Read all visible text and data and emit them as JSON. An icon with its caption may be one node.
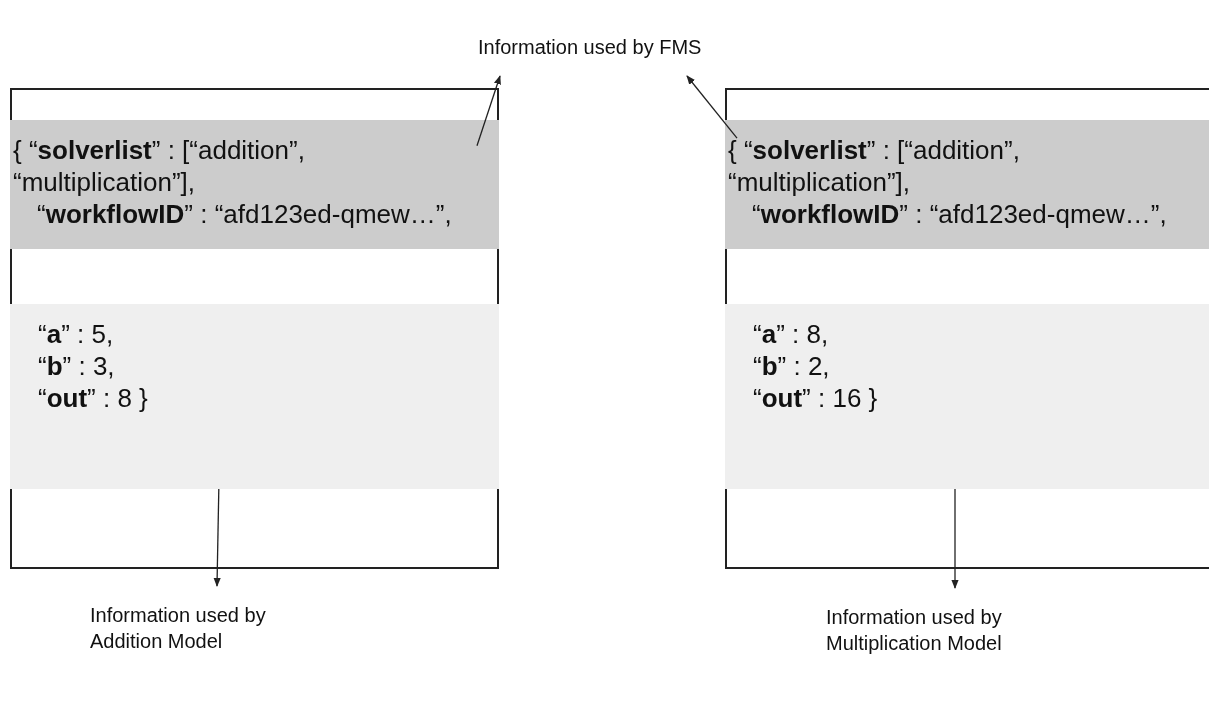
{
  "diagram": {
    "nodes": [
      {
        "text": [],
        "shape": "box"
      },
      {
        "text": [
          "{ “**solverlist**” : [“addition”,",
          "“multiplication”],",
          "“**workflowID**” : “afd123ed-qmew…”,"
        ],
        "in": 0
      },
      {
        "text": [
          "“**a**” : 5,",
          "“**b**” : 3,",
          "“**out**” : 8 }"
        ],
        "in": 0
      },
      {
        "text": [],
        "shape": "box"
      },
      {
        "text": [
          "{ “**solverlist**” : [“addition”,",
          "“multiplication”],",
          "“**workflowID**” : “afd123ed-qmew…”,"
        ],
        "in": 3
      },
      {
        "text": [
          "“**a**” : 8,",
          "“**b**” : 2,",
          "“**out**” : 16 }"
        ],
        "in": 3
      },
      {
        "text": [
          "Information used by FMS"
        ]
      },
      {
        "text": [
          "Information used by Addition Model"
        ]
      },
      {
        "text": [
          "Information used by Multiplication Model"
        ]
      }
    ],
    "edges": [
      {
        "from": 1,
        "to": 6,
        "arrow": "to"
      },
      {
        "from": 4,
        "to": 6,
        "arrow": "to"
      },
      {
        "from": 2,
        "to": 7,
        "arrow": "to"
      },
      {
        "from": 5,
        "to": 8,
        "arrow": "to"
      }
    ]
  }
}
